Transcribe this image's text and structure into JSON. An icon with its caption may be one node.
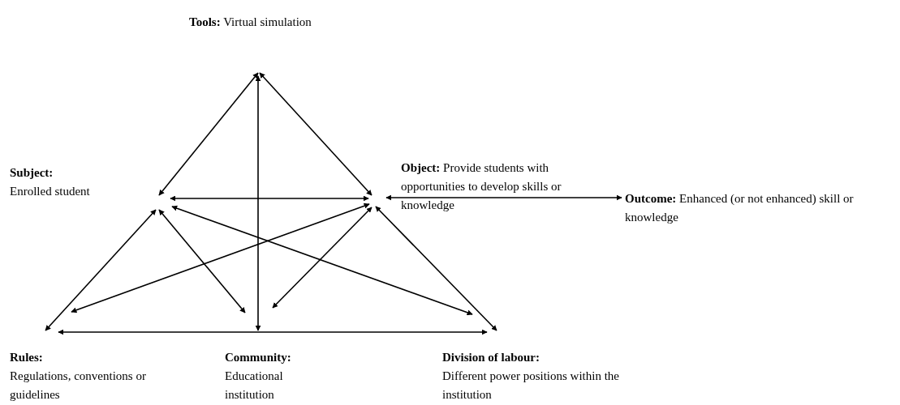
{
  "diagram": {
    "nodes": [
      {
        "text": [
          "Tools:",
          "Virtual simulation"
        ]
      },
      {
        "text": [
          "Subject:",
          "Enrolled student"
        ]
      },
      {
        "text": [
          "Object:",
          "Provide students with opportunities to develop skills or knowledge"
        ]
      },
      {
        "text": [
          "Outcome:",
          "Enhanced (or not enhanced) skill or knowledge"
        ]
      },
      {
        "text": [
          "Rules:",
          "Regulations, conventions or guidelines"
        ]
      },
      {
        "text": [
          "Community:",
          "Educational institution"
        ]
      },
      {
        "text": [
          "Division of labour:",
          "Different power positions within the institution"
        ]
      }
    ],
    "edges": [
      {
        "from": 0,
        "to": 1,
        "arrow": "both"
      },
      {
        "from": 0,
        "to": 2,
        "arrow": "both"
      },
      {
        "from": 0,
        "to": 5,
        "arrow": "both"
      },
      {
        "from": 1,
        "to": 2,
        "arrow": "both"
      },
      {
        "from": 1,
        "to": 4,
        "arrow": "both"
      },
      {
        "from": 1,
        "to": 5,
        "arrow": "both"
      },
      {
        "from": 1,
        "to": 6,
        "arrow": "both"
      },
      {
        "from": 2,
        "to": 4,
        "arrow": "both"
      },
      {
        "from": 2,
        "to": 5,
        "arrow": "both"
      },
      {
        "from": 2,
        "to": 6,
        "arrow": "both"
      },
      {
        "from": 4,
        "to": 6,
        "arrow": "both"
      },
      {
        "from": 2,
        "to": 3,
        "arrow": "both"
      }
    ]
  }
}
